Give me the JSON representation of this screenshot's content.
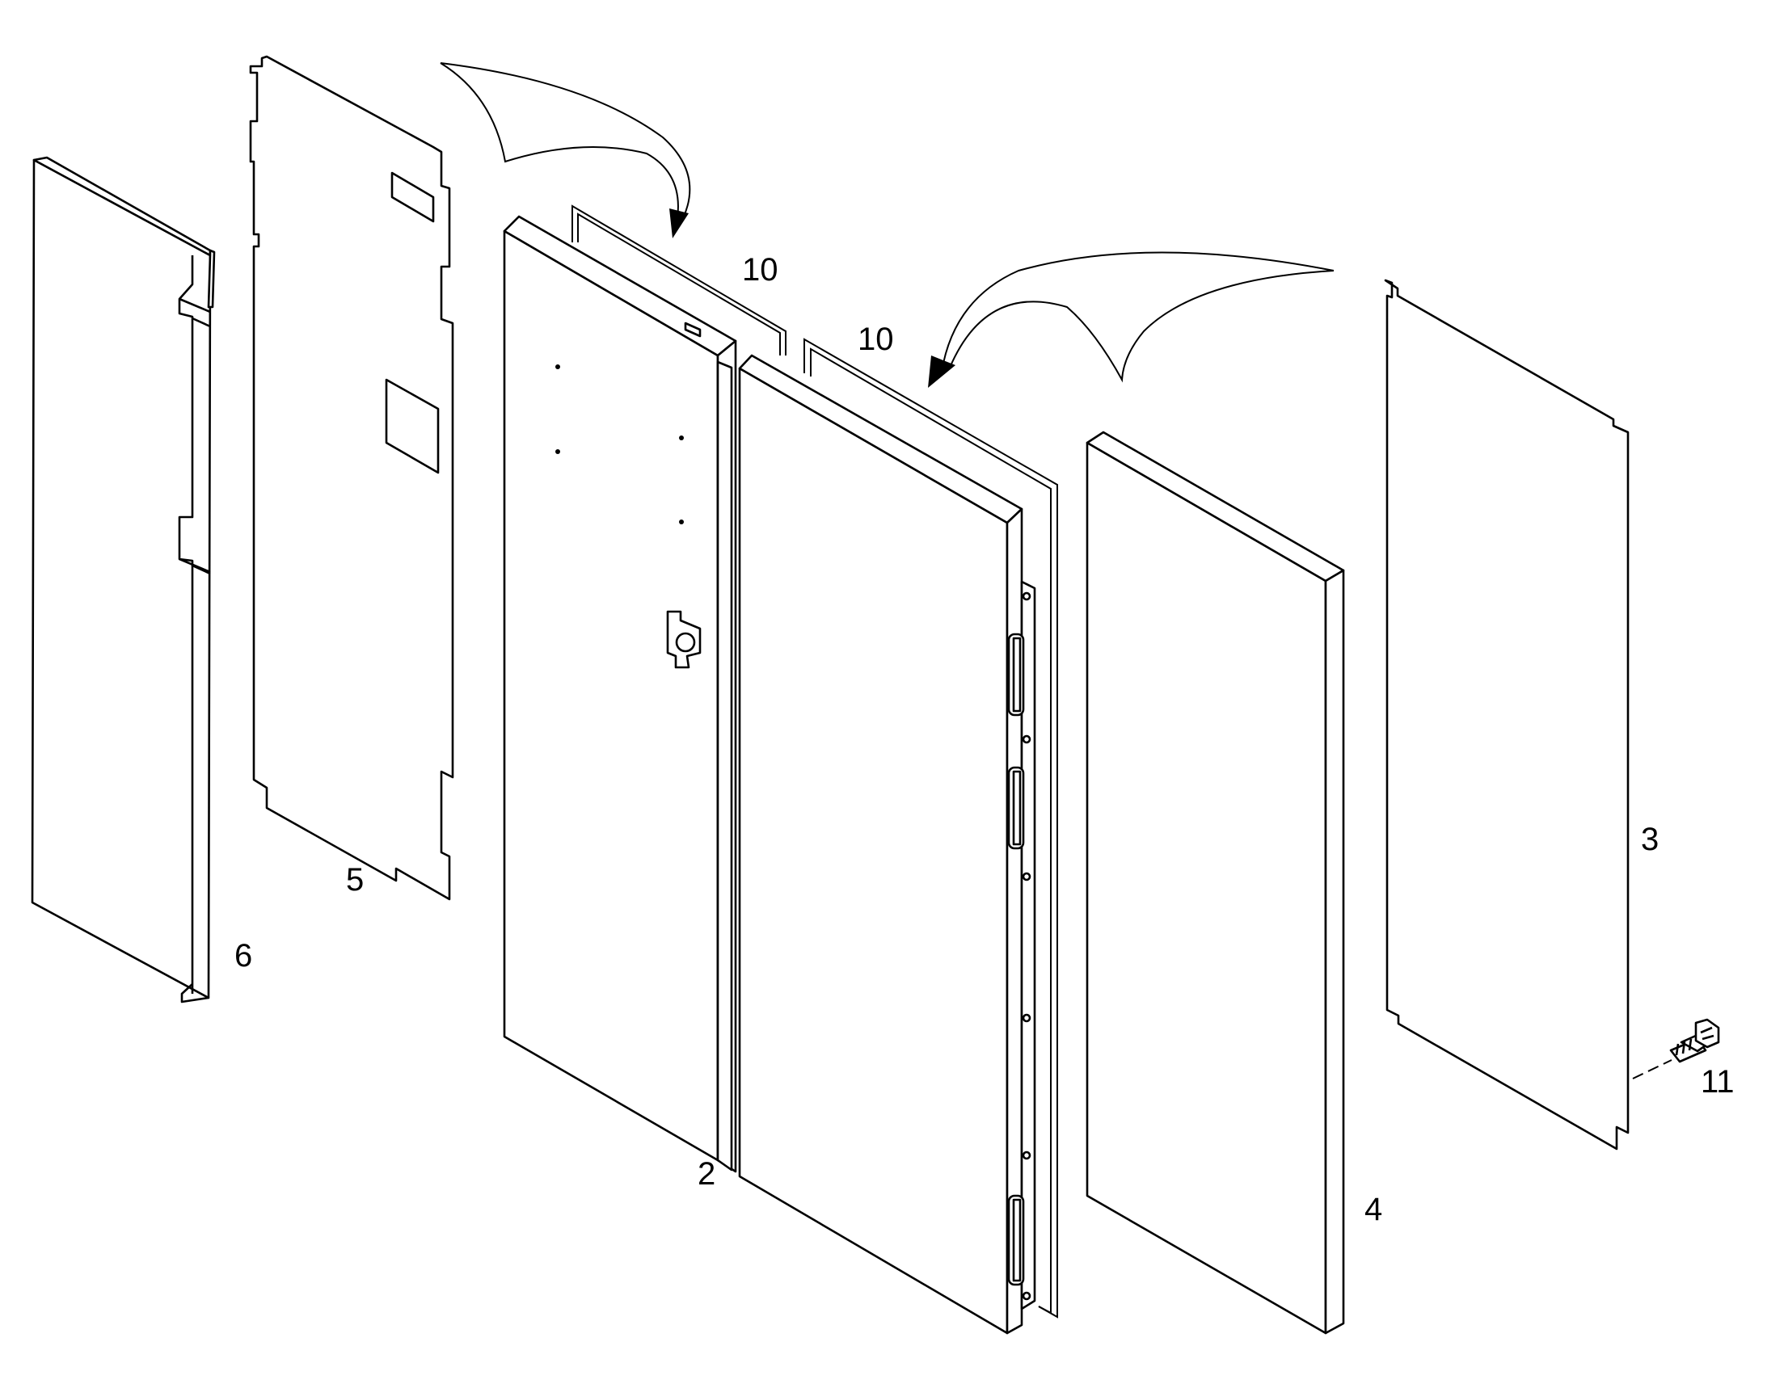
{
  "callouts": {
    "part_2": "2",
    "part_3": "3",
    "part_4": "4",
    "part_5": "5",
    "part_6": "6",
    "part_10_left": "10",
    "part_10_right": "10",
    "part_11": "11"
  },
  "parts": [
    {
      "id": "2",
      "description": "double door assembly with hinges and latch"
    },
    {
      "id": "3",
      "description": "flat panel"
    },
    {
      "id": "4",
      "description": "thick panel"
    },
    {
      "id": "5",
      "description": "sheet panel with cutouts"
    },
    {
      "id": "6",
      "description": "notched panel"
    },
    {
      "id": "10",
      "description": "gasket frame"
    },
    {
      "id": "11",
      "description": "hex head screw"
    }
  ]
}
